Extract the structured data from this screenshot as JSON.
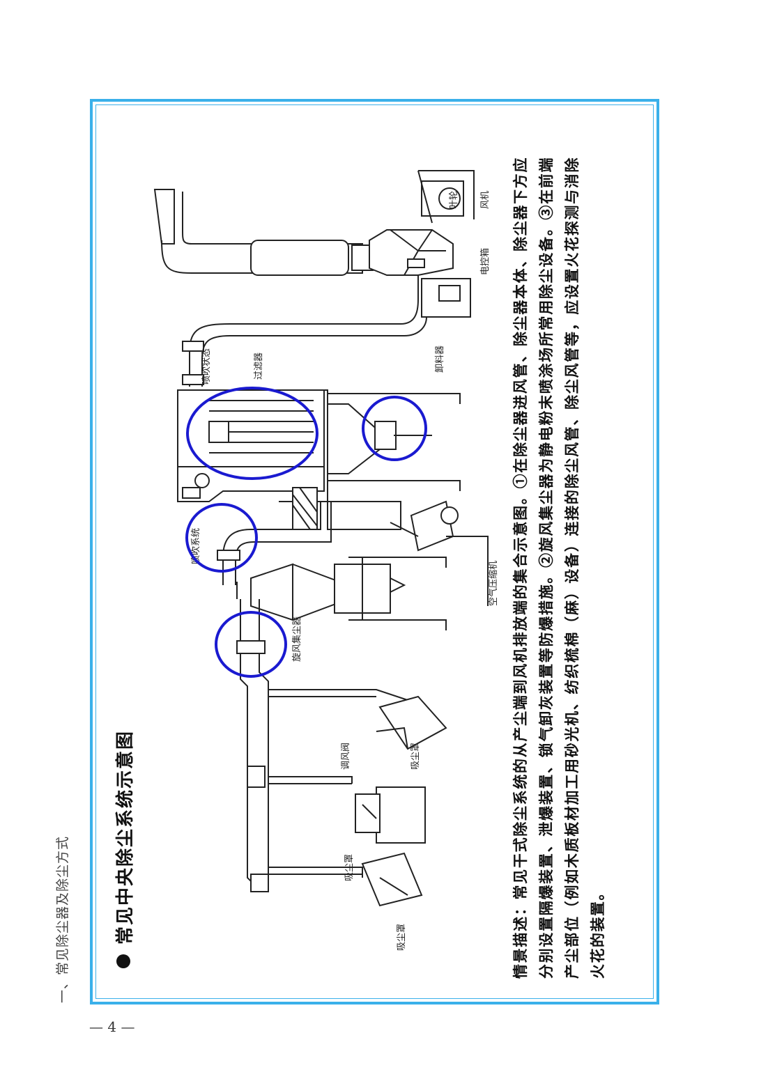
{
  "header": {
    "text": "一、常见除尘器及除尘方式",
    "page_number": "— 4 —"
  },
  "section": {
    "title": "常见中央除尘系统示意图"
  },
  "labels": {
    "fan_wheel": "叶轮",
    "fan": "风机",
    "control_box": "电控箱",
    "pulse_valve": "喷吹状态",
    "filter": "过滤器",
    "discharger": "卸料器",
    "blowback": "喷吹系统",
    "air_compressor": "空气压缩机",
    "cyclone": "旋风集尘器",
    "damper": "调风阀",
    "hood_1": "吸尘罩",
    "hood_2": "吸尘罩",
    "hood_3": "吸尘罩"
  },
  "description": "情景描述：常见干式除尘系统的从产尘端到风机排放端的集合示意图。①在除尘器进风管、除尘器本体、除尘器下方应分别设置隔爆装置、泄爆装置、锁气卸灰装置等防爆措施。②旋风集尘器为静电粉末喷涂场所常用除尘设备。③在前端产尘部位（例如木质板材加工用砂光机、纺织梳棉（麻）设备）连接的除尘风管、除尘风管等，应设置火花探测与消除火花的装置。",
  "colors": {
    "frame": "#3ab0ea",
    "highlight": "#1a1ad0",
    "line": "#222222"
  }
}
